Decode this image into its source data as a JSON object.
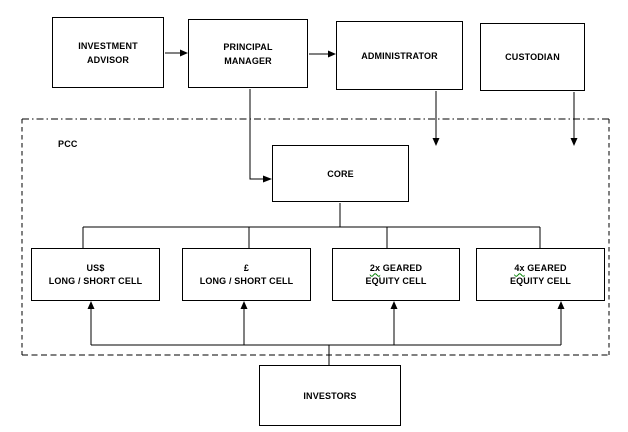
{
  "boxes": {
    "investment_advisor": {
      "line1": "INVESTMENT",
      "line2": "ADVISOR"
    },
    "principal_manager": {
      "line1": "PRINCIPAL",
      "line2": "MANAGER"
    },
    "administrator": {
      "label": "ADMINISTRATOR"
    },
    "custodian": {
      "label": "CUSTODIAN"
    },
    "core": {
      "label": "CORE"
    },
    "investors": {
      "label": "INVESTORS"
    }
  },
  "pcc": {
    "label": "PCC"
  },
  "cells": [
    {
      "line1": "US$",
      "line2": "LONG / SHORT CELL"
    },
    {
      "line1": "£",
      "line2": "LONG / SHORT CELL"
    },
    {
      "line1_prefix": "2x",
      "line1_rest": "GEARED",
      "line2": "EQUITY CELL"
    },
    {
      "line1_prefix": "4x",
      "line1_rest": "GEARED",
      "line2": "EQUITY CELL"
    }
  ],
  "colors": {
    "line": "#000000",
    "text": "#000000",
    "background": "#ffffff",
    "grammar_underline": "#008000"
  }
}
